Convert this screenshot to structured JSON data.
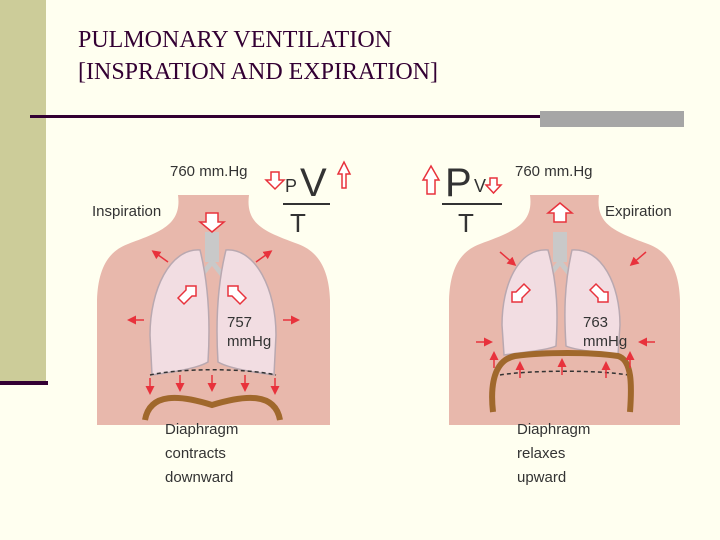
{
  "slide": {
    "title_line1": "PULMONARY VENTILATION",
    "title_line2": "[INSPRATION AND EXPIRATION]"
  },
  "inspiration": {
    "atm_pressure": "760 mm.Hg",
    "label": "Inspiration",
    "formula_p": "P",
    "formula_v": "V",
    "formula_t": "T",
    "lung_pressure_value": "757",
    "lung_pressure_unit": "mmHg",
    "caption": "Diaphragm\ncontracts\ndownward"
  },
  "expiration": {
    "atm_pressure": "760 mm.Hg",
    "label": "Expiration",
    "formula_p": "P",
    "formula_v": "V",
    "formula_t": "T",
    "lung_pressure_value": "763",
    "lung_pressure_unit": "mmHg",
    "caption": "Diaphragm\nrelaxes\nupward"
  },
  "colors": {
    "accent": "#330033",
    "sidebar": "#cccc99",
    "body_skin": "#e8b8ac",
    "lung": "#f2dde2",
    "arrow_red": "#e8323c",
    "diaphragm": "#a0682c"
  }
}
